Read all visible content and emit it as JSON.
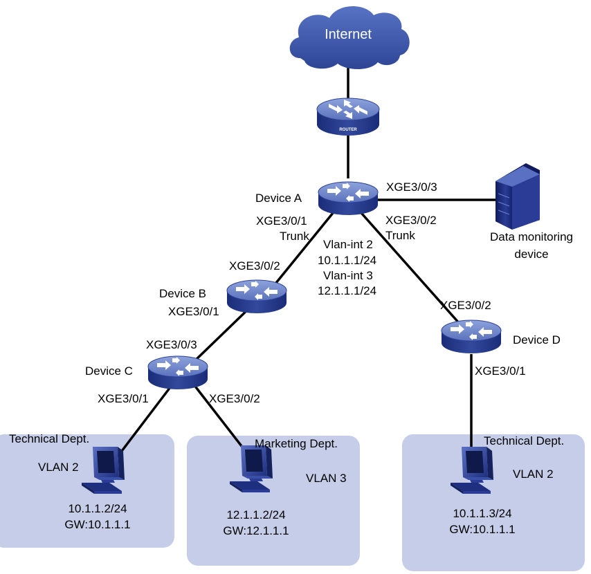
{
  "cloud": {
    "label": "Internet"
  },
  "router": {
    "badge": "ROUTER"
  },
  "device_a": {
    "name": "Device A",
    "port_down_left": "XGE3/0/1",
    "port_down_left_mode": "Trunk",
    "port_down_right": "XGE3/0/2",
    "port_down_right_mode": "Trunk",
    "port_right": "XGE3/0/3",
    "vlan_int_2": "Vlan-int 2",
    "vlan_int_2_ip": "10.1.1.1/24",
    "vlan_int_3": "Vlan-int 3",
    "vlan_int_3_ip": "12.1.1.1/24"
  },
  "monitor": {
    "line1": "Data monitoring",
    "line2": "device"
  },
  "device_b": {
    "name": "Device B",
    "port_up": "XGE3/0/2",
    "port_down": "XGE3/0/1"
  },
  "device_c": {
    "name": "Device C",
    "port_up": "XGE3/0/3",
    "port_left": "XGE3/0/1",
    "port_right": "XGE3/0/2"
  },
  "device_d": {
    "name": "Device D",
    "port_up": "XGE3/0/2",
    "port_down": "XGE3/0/1"
  },
  "hosts": [
    {
      "dept": "Technical Dept.",
      "vlan": "VLAN 2",
      "ip": "10.1.1.2/24",
      "gw": "GW:10.1.1.1"
    },
    {
      "dept": "Marketing Dept.",
      "vlan": "VLAN 3",
      "ip": "12.1.1.2/24",
      "gw": "GW:12.1.1.1"
    },
    {
      "dept": "Technical Dept.",
      "vlan": "VLAN 2",
      "ip": "10.1.1.3/24",
      "gw": "GW:10.1.1.1"
    }
  ],
  "colors": {
    "zone_fill": "#c5cde8",
    "device_top": "#6f86c8",
    "device_side": "#243a8c",
    "cloud": "#3f5ab0",
    "server": "#1d2a78",
    "line": "#000000"
  }
}
